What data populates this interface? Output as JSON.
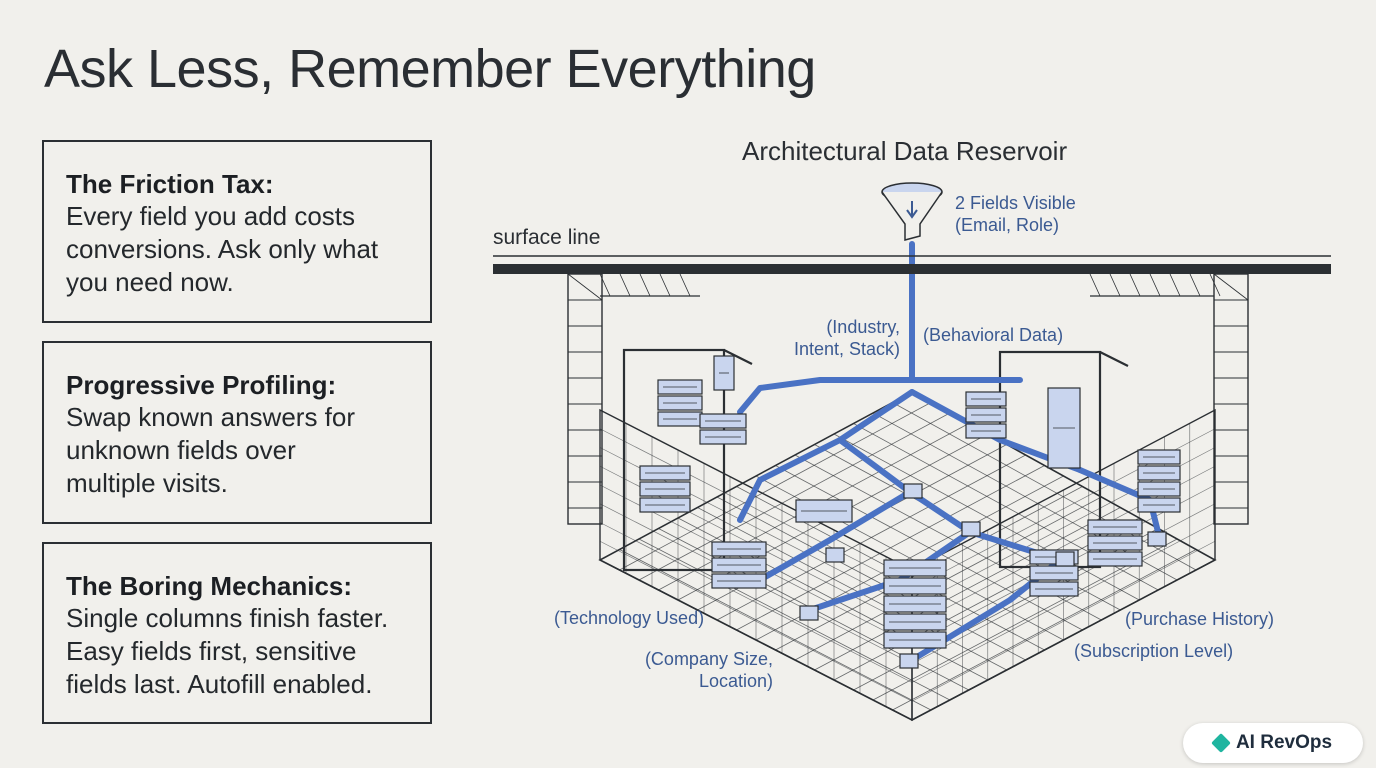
{
  "title": "Ask Less, Remember Everything",
  "cards": [
    {
      "heading": "The Friction Tax:",
      "lines": [
        "Every field you add costs",
        "conversions. Ask only what",
        "you need now."
      ]
    },
    {
      "heading": "Progressive Profiling:",
      "lines": [
        "Swap known answers for",
        "unknown fields over",
        "multiple visits."
      ]
    },
    {
      "heading": "The Boring Mechanics:",
      "lines": [
        "Single columns finish faster.",
        "Easy fields first, sensitive",
        "fields last. Autofill enabled."
      ]
    }
  ],
  "diagram": {
    "title": "Architectural Data Reservoir",
    "surface_label": "surface line",
    "visible_fields": [
      "2 Fields Visible",
      "(Email, Role)"
    ],
    "hidden_labels": {
      "industry": [
        "(Industry,",
        "Intent, Stack)"
      ],
      "behavioral": "(Behavioral Data)",
      "technology": "(Technology Used)",
      "company": [
        "(Company Size,",
        "Location)"
      ],
      "purchase": "(Purchase History)",
      "subscription": "(Subscription Level)"
    }
  },
  "brand": {
    "name": "AI RevOps",
    "accent": "#1fb5a0"
  },
  "colors": {
    "pipe": "#4a72c4",
    "node": "#c9d5ee",
    "line": "#2b2f33"
  }
}
